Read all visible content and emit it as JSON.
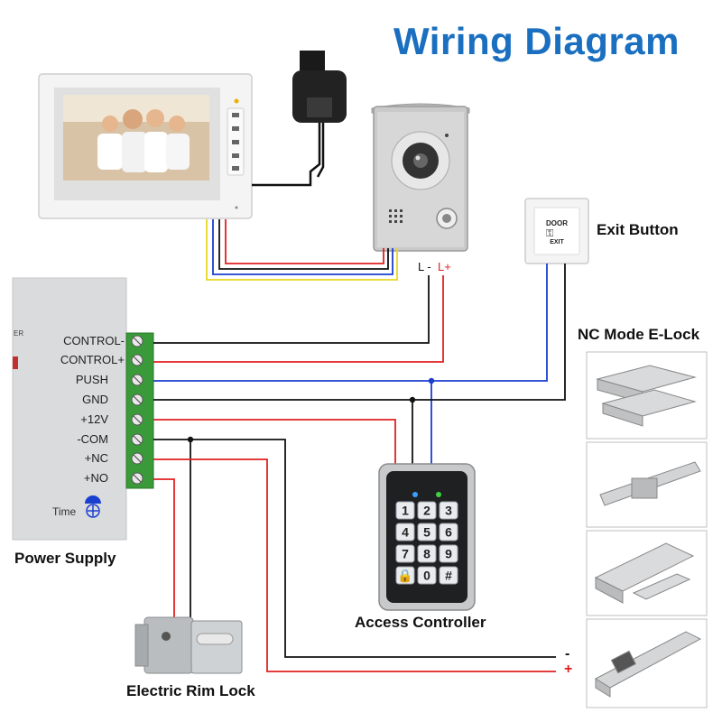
{
  "title": "Wiring Diagram",
  "labels": {
    "exit_button": "Exit Button",
    "nc_mode_elock": "NC Mode E-Lock",
    "power_supply": "Power Supply",
    "access_controller": "Access Controller",
    "electric_rim_lock": "Electric Rim Lock"
  },
  "camera_terminals": {
    "l_minus": "L -",
    "l_plus": "L+"
  },
  "power_supply_terminals": [
    "CONTROL-",
    "CONTROL+",
    "PUSH",
    "GND",
    "+12V",
    "-COM",
    "+NC",
    "+NO"
  ],
  "power_supply_extra": {
    "time_label": "Time",
    "side_text": "ER"
  },
  "exit_button_face": {
    "top": "DOOR",
    "bottom": "EXIT"
  },
  "keypad_keys": [
    "1",
    "2",
    "3",
    "4",
    "5",
    "6",
    "7",
    "8",
    "9",
    "🔒",
    "0",
    "#"
  ],
  "elock_polarity": {
    "minus": "-",
    "plus": "+"
  },
  "colors": {
    "title": "#1a6fc0",
    "red_wire": "#e02020",
    "blue_wire": "#1a3fd0",
    "black_wire": "#111111",
    "yellow_wire": "#e8d820",
    "terminal_green": "#3a9a3a"
  }
}
